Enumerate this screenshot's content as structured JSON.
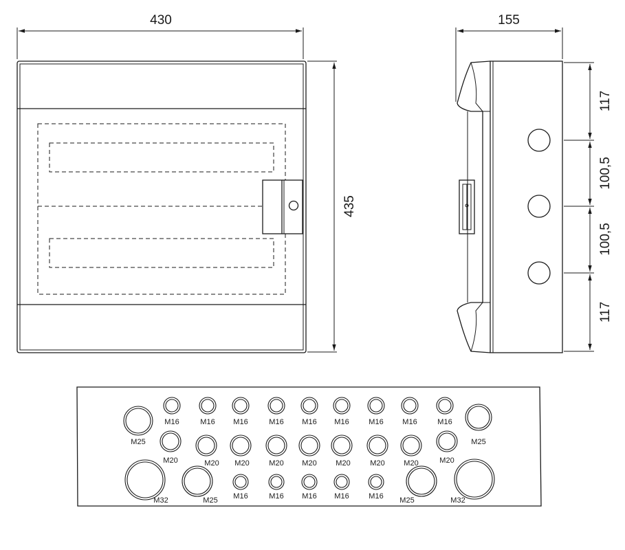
{
  "front_view": {
    "width_label": "430",
    "height_label": "435"
  },
  "side_view": {
    "depth_label": "155",
    "segments": [
      {
        "label": "117"
      },
      {
        "label": "100,5"
      },
      {
        "label": "100,5"
      },
      {
        "label": "117"
      }
    ]
  },
  "bottom_view": {
    "knockouts": [
      {
        "label": "M16",
        "row": 1,
        "size": "M16"
      },
      {
        "label": "M16",
        "row": 1,
        "size": "M16"
      },
      {
        "label": "M16",
        "row": 1,
        "size": "M16"
      },
      {
        "label": "M16",
        "row": 1,
        "size": "M16"
      },
      {
        "label": "M16",
        "row": 1,
        "size": "M16"
      },
      {
        "label": "M16",
        "row": 1,
        "size": "M16"
      },
      {
        "label": "M16",
        "row": 1,
        "size": "M16"
      },
      {
        "label": "M16",
        "row": 1,
        "size": "M16"
      },
      {
        "label": "M16",
        "row": 1,
        "size": "M16"
      },
      {
        "label": "M25",
        "row": 1,
        "size": "M25"
      },
      {
        "label": "M25",
        "row": 1,
        "size": "M25"
      },
      {
        "label": "M20",
        "row": 2,
        "size": "M20"
      },
      {
        "label": "M20",
        "row": 2,
        "size": "M20"
      },
      {
        "label": "M20",
        "row": 2,
        "size": "M20"
      },
      {
        "label": "M20",
        "row": 2,
        "size": "M20"
      },
      {
        "label": "M20",
        "row": 2,
        "size": "M20"
      },
      {
        "label": "M20",
        "row": 2,
        "size": "M20"
      },
      {
        "label": "M20",
        "row": 2,
        "size": "M20"
      },
      {
        "label": "M20",
        "row": 2,
        "size": "M20"
      },
      {
        "label": "M20",
        "row": 2,
        "size": "M20"
      },
      {
        "label": "M32",
        "row": 3,
        "size": "M32"
      },
      {
        "label": "M25",
        "row": 3,
        "size": "M25"
      },
      {
        "label": "M16",
        "row": 3,
        "size": "M16"
      },
      {
        "label": "M16",
        "row": 3,
        "size": "M16"
      },
      {
        "label": "M16",
        "row": 3,
        "size": "M16"
      },
      {
        "label": "M16",
        "row": 3,
        "size": "M16"
      },
      {
        "label": "M16",
        "row": 3,
        "size": "M16"
      },
      {
        "label": "M25",
        "row": 3,
        "size": "M25"
      },
      {
        "label": "M32",
        "row": 3,
        "size": "M32"
      }
    ]
  }
}
